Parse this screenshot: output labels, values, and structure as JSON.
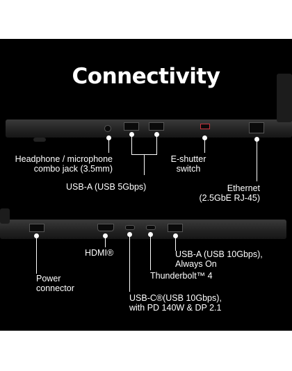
{
  "title": "Connectivity",
  "top_labels": {
    "headphone_line1": "Headphone / microphone",
    "headphone_line2": "combo jack (3.5mm)",
    "usba_5": "USB-A (USB 5Gbps)",
    "eshutter_line1": "E-shutter",
    "eshutter_line2": "switch",
    "ethernet_line1": "Ethernet",
    "ethernet_line2": "(2.5GbE RJ-45)"
  },
  "bottom_labels": {
    "hdmi": "HDMI®",
    "power_line1": "Power",
    "power_line2": "connector",
    "thunderbolt": "Thunderbolt™ 4",
    "usbc_line1": "USB-C®(USB 10Gbps),",
    "usbc_line2": "with PD 140W & DP 2.1",
    "usba10_line1": "USB-A (USB 10Gbps),",
    "usba10_line2": "Always On"
  },
  "colors": {
    "background": "#000000",
    "text": "#ffffff",
    "shutter_accent": "#c8323c"
  }
}
